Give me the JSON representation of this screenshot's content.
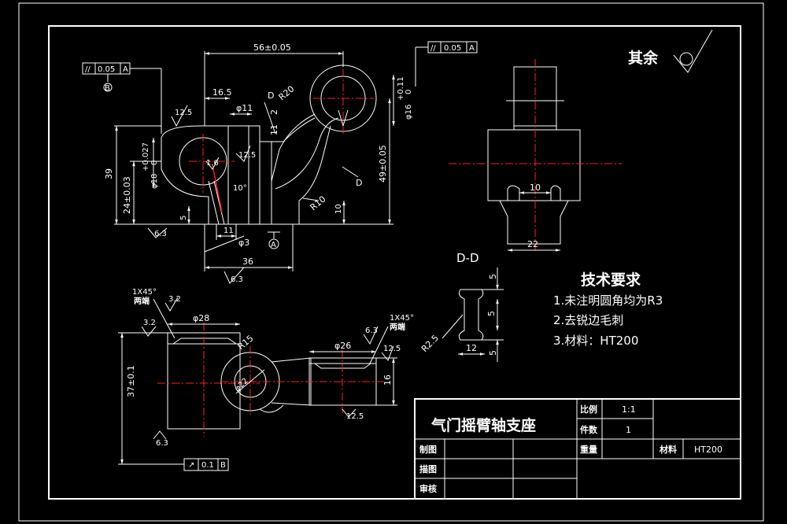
{
  "surface_roughness": {
    "label": "其余"
  },
  "tolerances": {
    "top_left": {
      "value": "0.05",
      "datum": "A"
    },
    "top_right": {
      "value": "0.05",
      "datum": "A"
    },
    "bottom": {
      "value": "0.1",
      "datum": "B"
    }
  },
  "datums": {
    "b_top": "B",
    "a_mid": "A"
  },
  "front_view": {
    "dims": {
      "overall_width": "56±0.05",
      "w16_5": "16.5",
      "d11": "φ11",
      "r20": "R20",
      "d_label_top": "D",
      "d_label_right": "D",
      "d2": "2",
      "d11_small": "11",
      "d16_tol": "+0.11",
      "d16_tol0": "0",
      "d16": "φ16",
      "d18_tol": "+0.027",
      "d18_tol0": "0",
      "d18": "φ18",
      "h39": "39",
      "h24": "24±0.03",
      "h49": "49±0.05",
      "a10deg": "10°",
      "r10": "R10",
      "h10": "10",
      "h5": "5",
      "w11": "11",
      "d3": "φ3",
      "w36": "36"
    },
    "roughness": [
      "12.5",
      "6.3",
      "6.3",
      "12.5",
      "1.6"
    ]
  },
  "side_view": {
    "dims": {
      "w10": "10",
      "w22": "22"
    }
  },
  "section_dd": {
    "label": "D-D",
    "dims": {
      "r2_5": "R2.5",
      "w12": "12",
      "h5a": "5",
      "h5b": "5",
      "h5c": "5"
    }
  },
  "tech_notes": {
    "heading": "技术要求",
    "items": [
      "1.未注明圆角均为R3",
      "2.去锐边毛刺",
      "3.材料：HT200"
    ]
  },
  "bottom_left_view": {
    "dims": {
      "chamfer": "1X45°",
      "both_ends": "两端",
      "d28": "φ28",
      "h37": "37±0.1"
    },
    "roughness": [
      "3.2",
      "6.3",
      "3.2"
    ]
  },
  "bottom_right_view": {
    "dims": {
      "r15": "R15",
      "d22": "φ22",
      "chamfer": "1X45°",
      "both_ends": "两端",
      "d26": "φ26",
      "h16": "16"
    },
    "roughness": [
      "6.3",
      "12.5",
      "12.5"
    ]
  },
  "title_block": {
    "part_name": "气门摇臂轴支座",
    "scale_label": "比例",
    "scale_value": "1:1",
    "qty_label": "件数",
    "qty_value": "1",
    "weight_label": "重量",
    "material_label": "材料",
    "material_value": "HT200",
    "drawn_label": "制图",
    "traced_label": "描图",
    "checked_label": "审核"
  }
}
